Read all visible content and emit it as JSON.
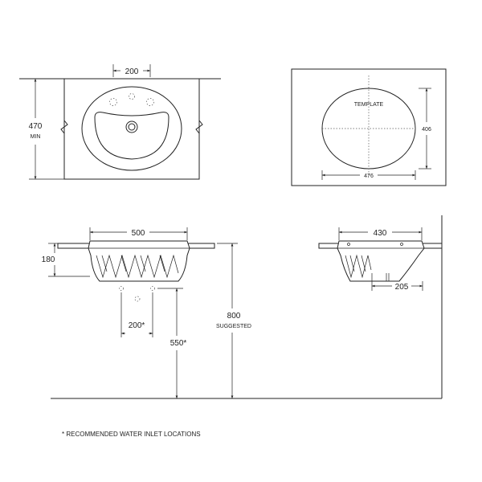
{
  "plan_view": {
    "tap_spacing": "200",
    "min_height_value": "470",
    "min_height_unit": "MIN"
  },
  "template_view": {
    "label": "TEMPLATE",
    "width": "476",
    "height": "406"
  },
  "front_view": {
    "width": "500",
    "depth": "180",
    "inlet_spacing": "200*",
    "inlet_height": "550*",
    "rim_height_value": "800",
    "rim_height_label": "SUGGESTED"
  },
  "side_view": {
    "width": "430",
    "projection": "205"
  },
  "footnote": "* RECOMMENDED WATER INLET LOCATIONS"
}
